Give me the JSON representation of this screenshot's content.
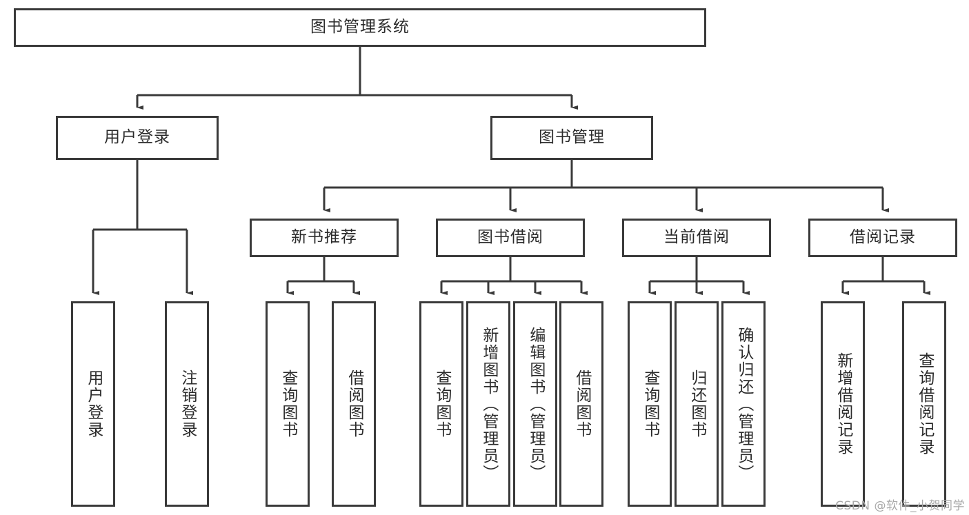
{
  "diagram": {
    "type": "tree-hierarchy",
    "title": "图书管理系统",
    "watermark": "CSDN @软件_小贺同学",
    "colors": {
      "stroke": "#3a3a3a",
      "fill": "#ffffff",
      "text": "#2b2b2b",
      "watermark": "#a8a8a8"
    },
    "nodes": {
      "root": {
        "label": "图书管理系统"
      },
      "level2": [
        {
          "label": "用户登录"
        },
        {
          "label": "图书管理"
        }
      ],
      "level3": [
        {
          "label": "新书推荐"
        },
        {
          "label": "图书借阅"
        },
        {
          "label": "当前借阅"
        },
        {
          "label": "借阅记录"
        }
      ],
      "leaves": {
        "user_login": [
          {
            "label": "用户登录"
          },
          {
            "label": "注销登录"
          }
        ],
        "new_book": [
          {
            "label": "查询图书"
          },
          {
            "label": "借阅图书"
          }
        ],
        "borrow": [
          {
            "label": "查询图书"
          },
          {
            "label": "新增图书（管理员）"
          },
          {
            "label": "编辑图书（管理员）"
          },
          {
            "label": "借阅图书"
          }
        ],
        "current": [
          {
            "label": "查询图书"
          },
          {
            "label": "归还图书"
          },
          {
            "label": "确认归还（管理员）"
          }
        ],
        "records": [
          {
            "label": "新增借阅记录"
          },
          {
            "label": "查询借阅记录"
          }
        ]
      }
    }
  }
}
